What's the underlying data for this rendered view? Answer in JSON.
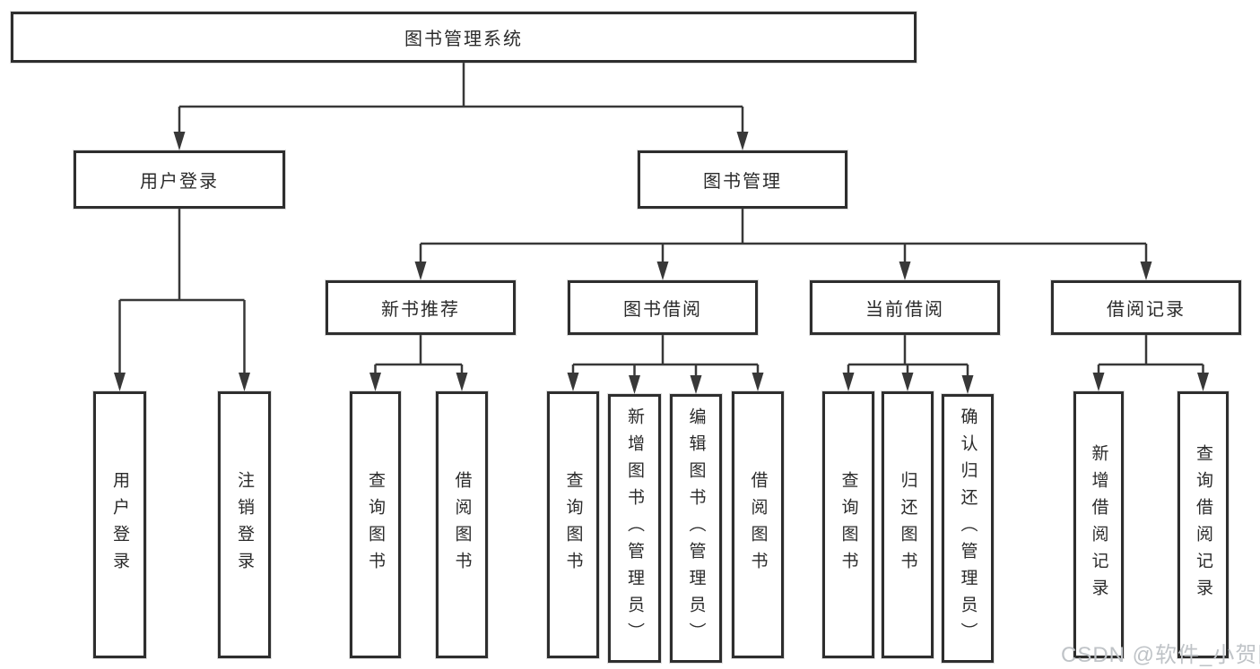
{
  "diagram": {
    "root": {
      "label": "图书管理系统"
    },
    "level2": [
      {
        "id": "user-login",
        "label": "用户登录"
      },
      {
        "id": "book-management",
        "label": "图书管理"
      }
    ],
    "level3": [
      {
        "id": "new-book-recommend",
        "label": "新书推荐",
        "parent": "book-management"
      },
      {
        "id": "book-borrowing",
        "label": "图书借阅",
        "parent": "book-management"
      },
      {
        "id": "current-borrowing",
        "label": "当前借阅",
        "parent": "book-management"
      },
      {
        "id": "borrowing-records",
        "label": "借阅记录",
        "parent": "book-management"
      }
    ],
    "leaves": [
      {
        "id": "user-login-leaf",
        "label": "用户登录",
        "parent": "user-login"
      },
      {
        "id": "logout",
        "label": "注销登录",
        "parent": "user-login"
      },
      {
        "id": "query-books-recommend",
        "label": "查询图书",
        "parent": "new-book-recommend"
      },
      {
        "id": "borrow-books-recommend",
        "label": "借阅图书",
        "parent": "new-book-recommend"
      },
      {
        "id": "query-books-borrowing",
        "label": "查询图书",
        "parent": "book-borrowing"
      },
      {
        "id": "add-book-admin",
        "label": "新增图书（管理员）",
        "parent": "book-borrowing"
      },
      {
        "id": "edit-book-admin",
        "label": "编辑图书（管理员）",
        "parent": "book-borrowing"
      },
      {
        "id": "borrow-books-borrowing",
        "label": "借阅图书",
        "parent": "book-borrowing"
      },
      {
        "id": "query-books-current",
        "label": "查询图书",
        "parent": "current-borrowing"
      },
      {
        "id": "return-book",
        "label": "归还图书",
        "parent": "current-borrowing"
      },
      {
        "id": "confirm-return-admin",
        "label": "确认归还（管理员）",
        "parent": "current-borrowing"
      },
      {
        "id": "add-borrow-record",
        "label": "新增借阅记录",
        "parent": "borrowing-records"
      },
      {
        "id": "query-borrow-record",
        "label": "查询借阅记录",
        "parent": "borrowing-records"
      }
    ],
    "watermark": "CSDN @软件_小贺同学",
    "colors": {
      "line": "#383838",
      "box_border": "#2e2e2e",
      "text": "#2b2b2b",
      "watermark": "#bfc3c7",
      "background": "#ffffff"
    }
  }
}
